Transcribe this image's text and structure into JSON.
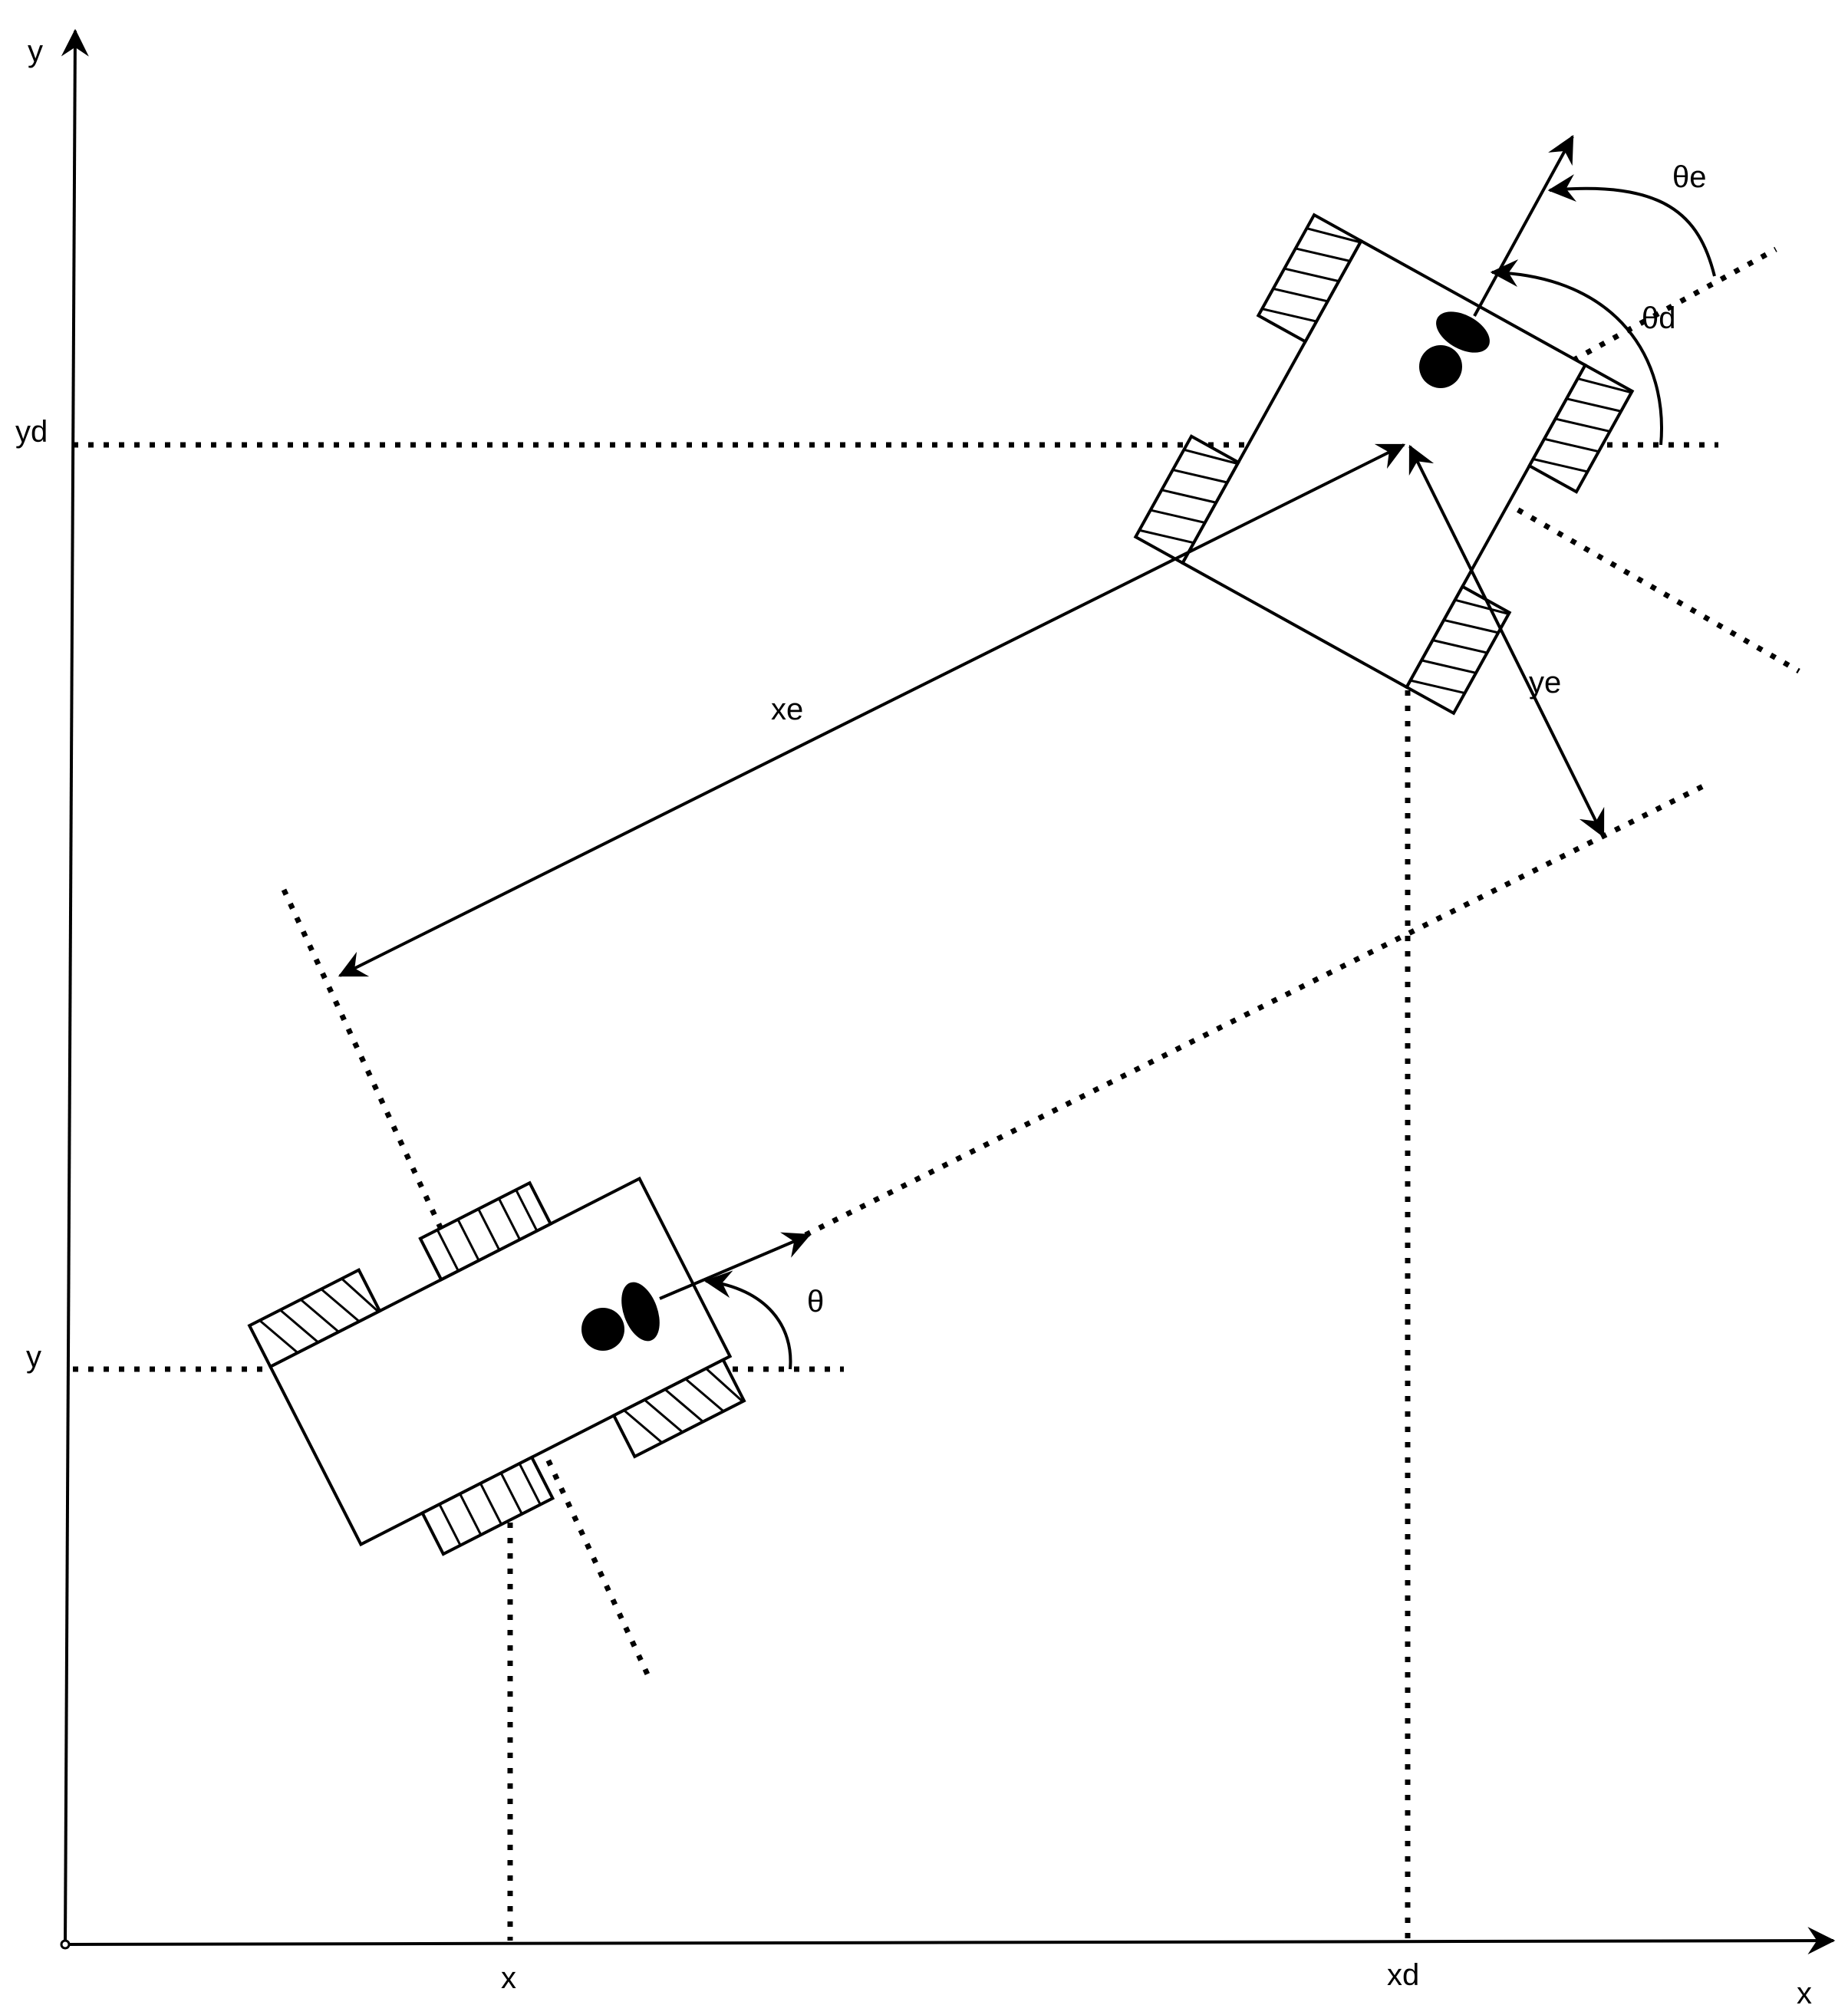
{
  "axes": {
    "x_label": "x",
    "y_label": "y"
  },
  "labels": {
    "y_current": "y",
    "y_desired": "yd",
    "x_current": "x",
    "x_desired": "xd",
    "theta": "θ",
    "theta_d": "θd",
    "theta_e": "θe",
    "x_error": "xe",
    "y_error": "ye"
  },
  "colors": {
    "ink": "#000000",
    "background": "#ffffff"
  }
}
